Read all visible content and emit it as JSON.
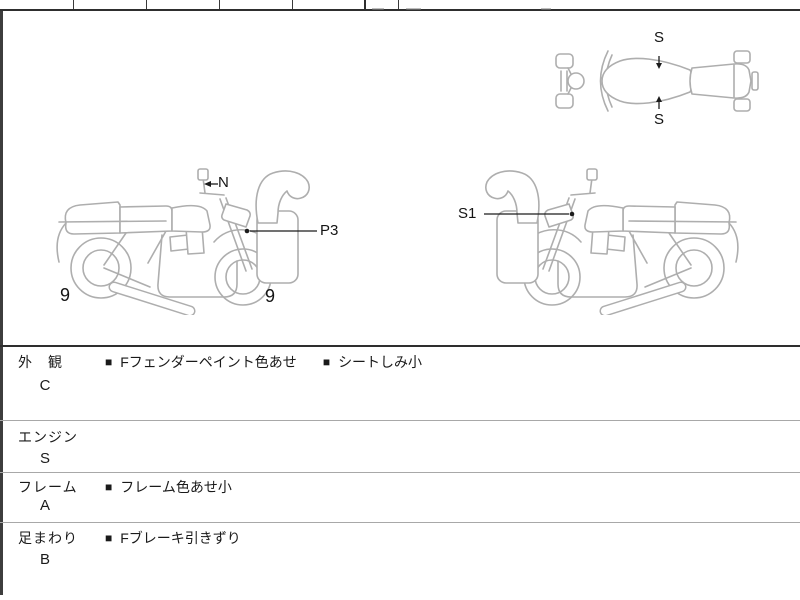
{
  "colors": {
    "frame_border": "#3d3d3d",
    "table_top_border": "#2e2e2e",
    "row_divider": "#a8a8a8",
    "drawing_line": "#aeaeae",
    "annotation_text": "#141414"
  },
  "diagram": {
    "side_view_left": {
      "mirror_label": "N",
      "front_fork_label": "P3",
      "rear_wheel_grade": "9",
      "front_wheel_grade": "9"
    },
    "side_view_right": {
      "front_fork_label": "S1"
    },
    "top_view": {
      "seat_top_label": "S",
      "seat_bottom_label": "S"
    }
  },
  "inspection": {
    "bullet": "■",
    "rows": [
      {
        "category": "外　観",
        "grade": "C",
        "items": [
          "Fフェンダーペイント色あせ",
          "シートしみ小"
        ]
      },
      {
        "category": "エンジン",
        "grade": "S",
        "items": []
      },
      {
        "category": "フレーム",
        "grade": "A",
        "items": [
          "フレーム色あせ小"
        ]
      },
      {
        "category": "足まわり",
        "grade": "B",
        "items": [
          "Fブレーキ引きずり"
        ]
      }
    ]
  }
}
